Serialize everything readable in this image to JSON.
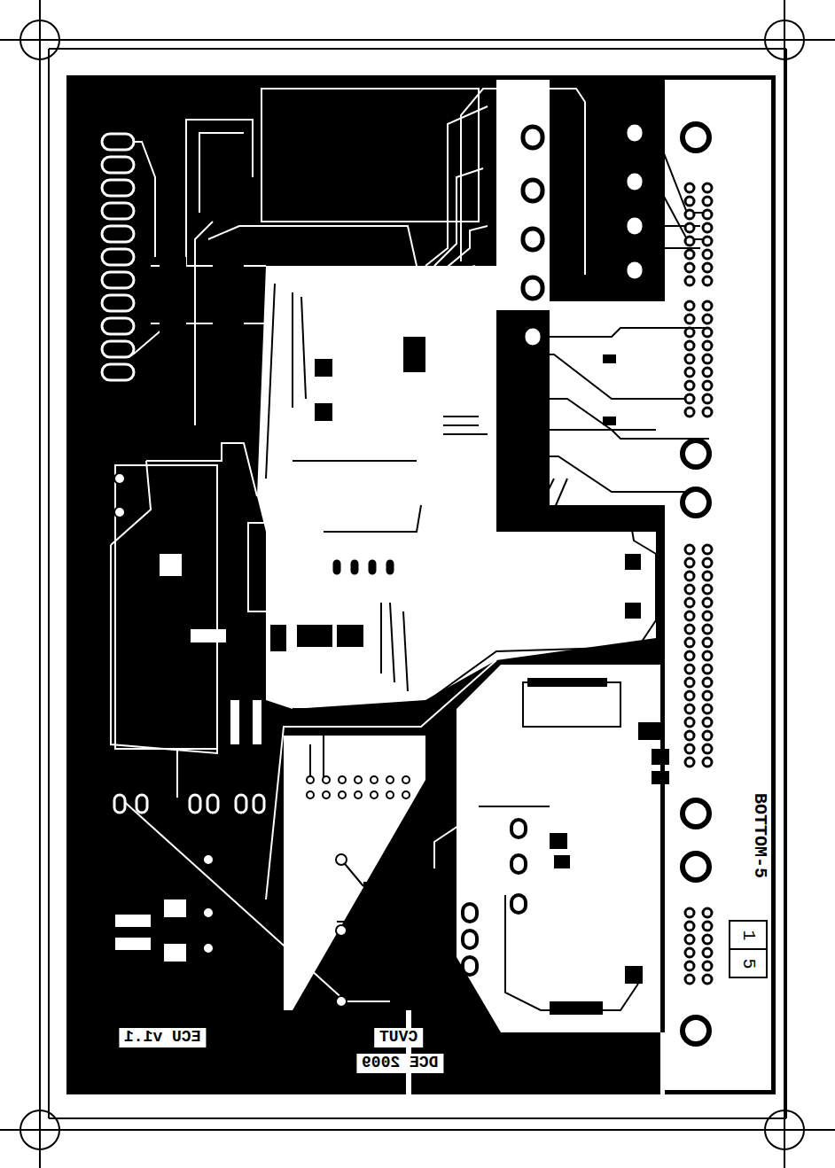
{
  "diagram": {
    "nodes": [
      {
        "text": [
          "1"
        ]
      },
      {
        "text": [
          "5"
        ]
      }
    ],
    "labels": [
      "ECU v1.1",
      "CVUT",
      "DCE 2009",
      "BOTTOM-5"
    ]
  }
}
